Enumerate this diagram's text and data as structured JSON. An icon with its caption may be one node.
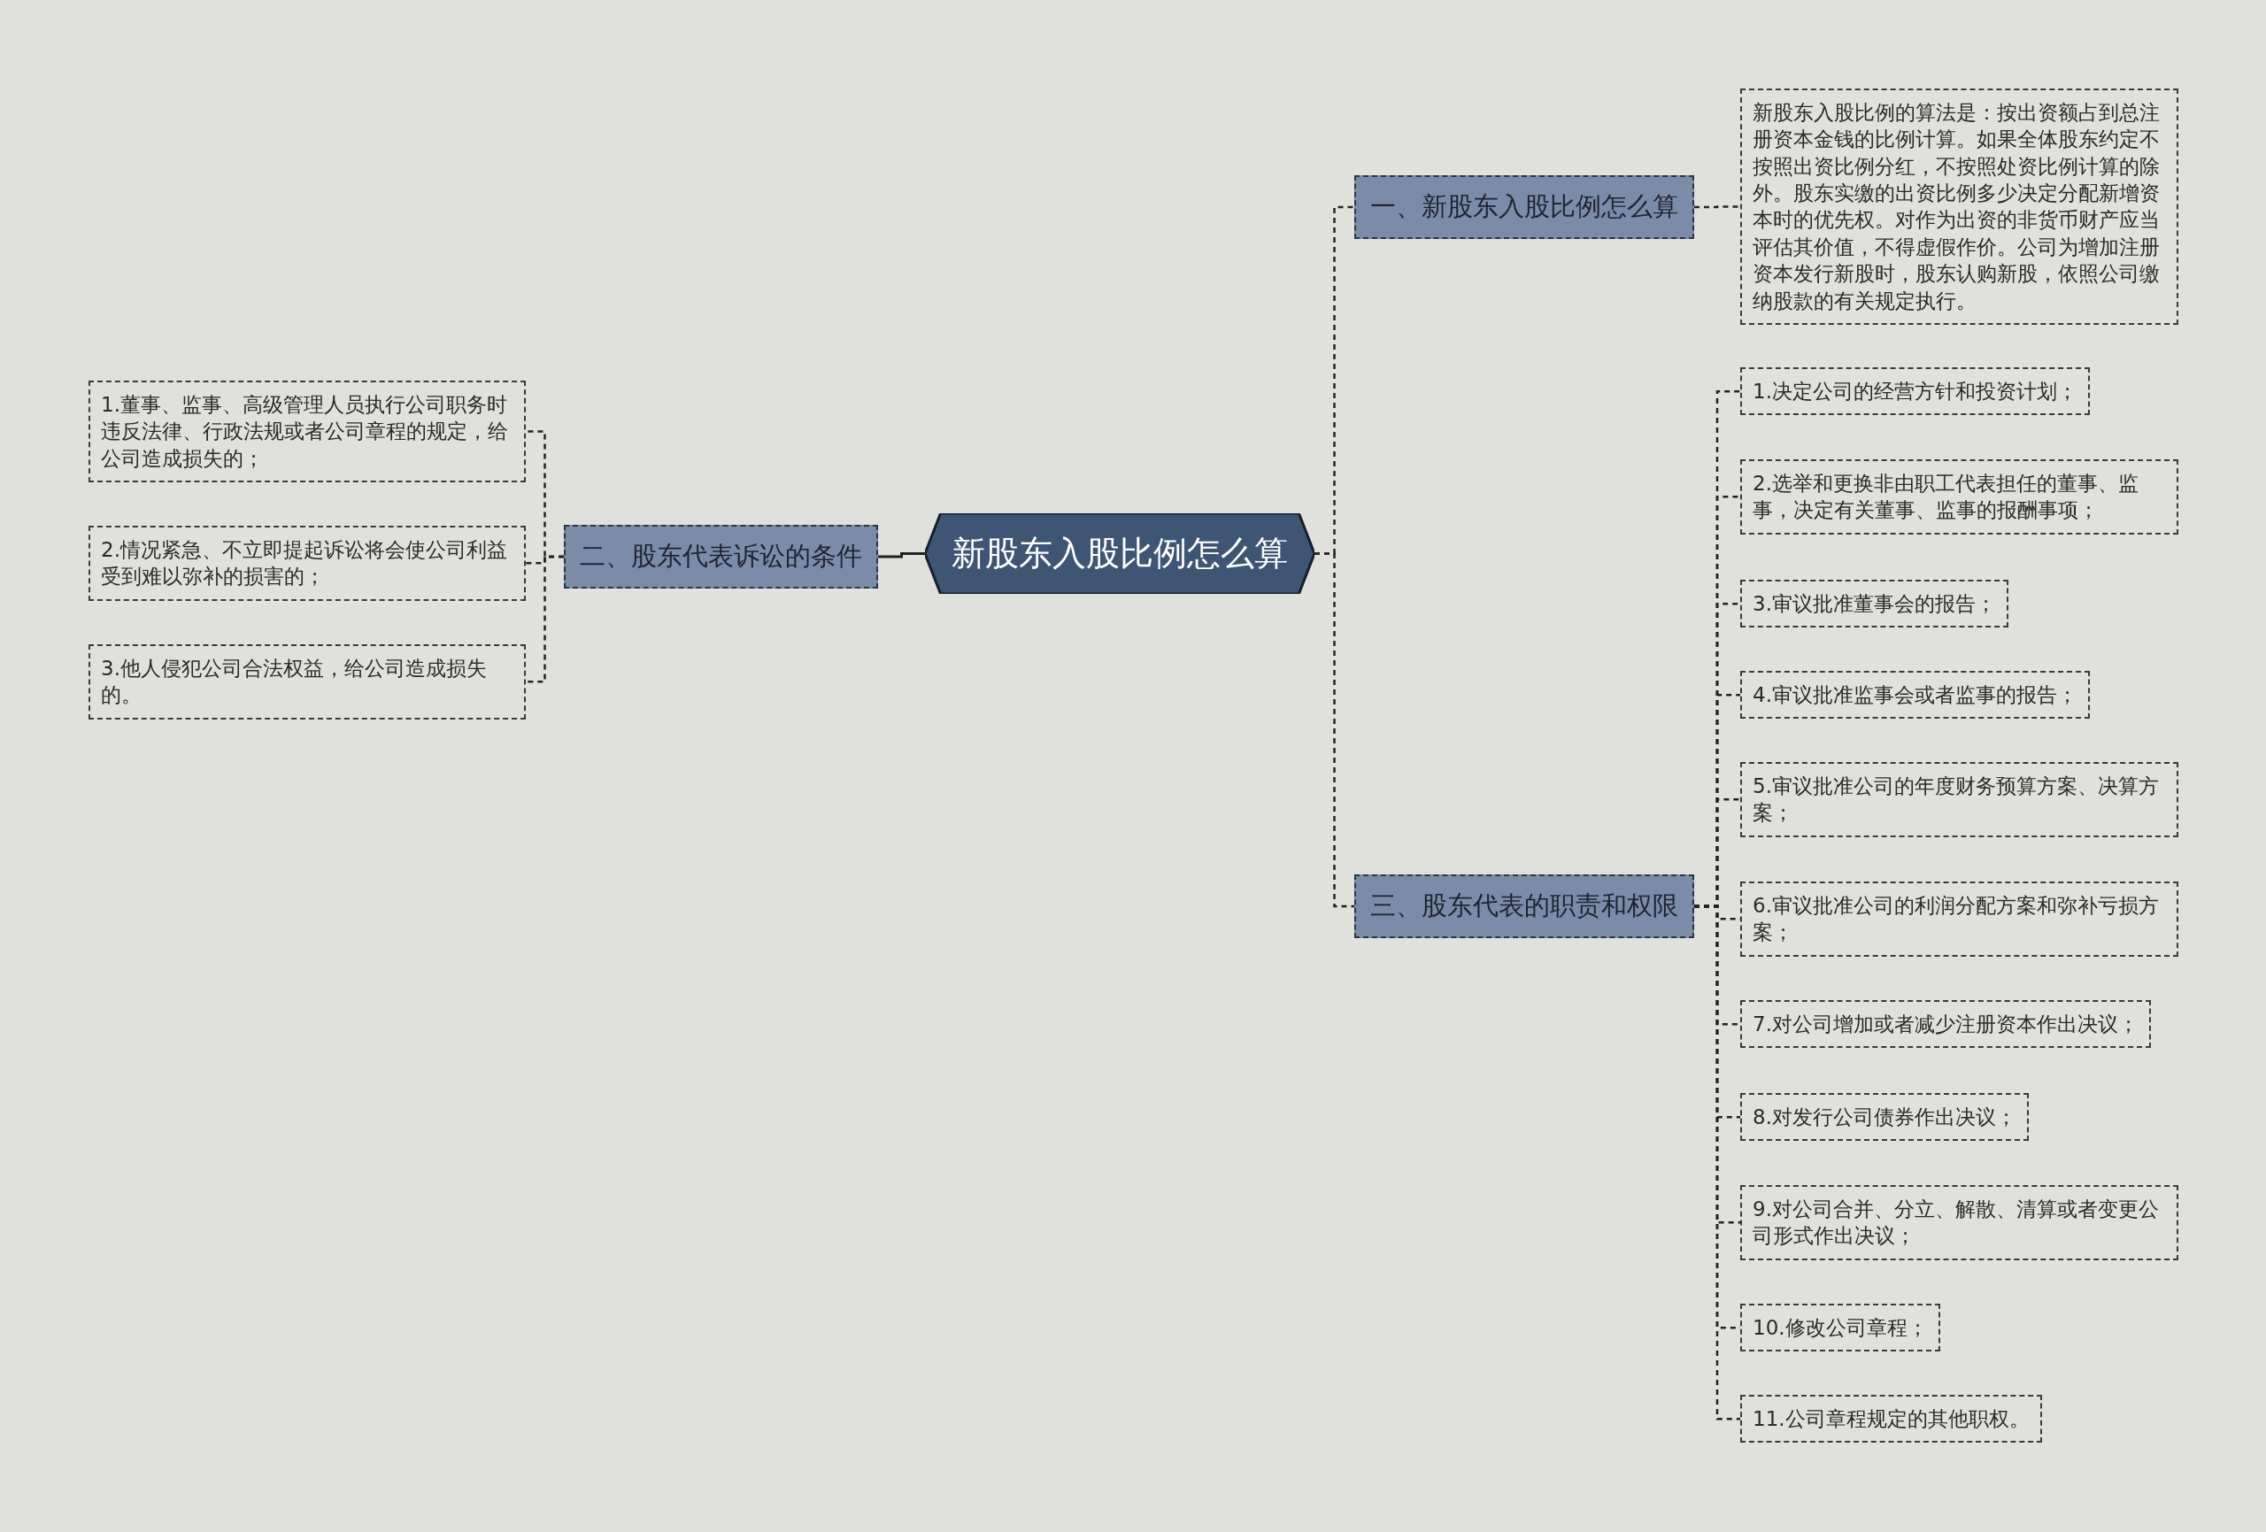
{
  "diagram": {
    "nodes": [
      {
        "text": [
          "新股东入股比例怎么算"
        ]
      },
      {
        "text": [
          "一、新股东入股比例怎么算"
        ]
      },
      {
        "text": [
          "新股东入股比例的算法是：按出资额占到总注册资本金钱的比例计算。如果全体股东约定不按照出资比例分红，不按照处资比例计算的除外。股东实缴的出资比例多少决定分配新增资本时的优先权。对作为出资的非货币财产应当评估其价值，不得虚假作价。公司为增加注册资本发行新股时，股东认购新股，依照公司缴纳股款的有关规定执行。"
        ]
      },
      {
        "text": [
          "三、股东代表的职责和权限"
        ]
      },
      {
        "text": [
          "1.决定公司的经营方针和投资计划；"
        ]
      },
      {
        "text": [
          "2.选举和更换非由职工代表担任的董事、监事，决定有关董事、监事的报酬事项；"
        ]
      },
      {
        "text": [
          "3.审议批准董事会的报告；"
        ]
      },
      {
        "text": [
          "4.审议批准监事会或者监事的报告；"
        ]
      },
      {
        "text": [
          "5.审议批准公司的年度财务预算方案、决算方案；"
        ]
      },
      {
        "text": [
          "6.审议批准公司的利润分配方案和弥补亏损方案；"
        ]
      },
      {
        "text": [
          "7.对公司增加或者减少注册资本作出决议；"
        ]
      },
      {
        "text": [
          "8.对发行公司债券作出决议；"
        ]
      },
      {
        "text": [
          "9.对公司合并、分立、解散、清算或者变更公司形式作出决议；"
        ]
      },
      {
        "text": [
          "10.修改公司章程；"
        ]
      },
      {
        "text": [
          "11.公司章程规定的其他职权。"
        ]
      },
      {
        "text": [
          "二、股东代表诉讼的条件"
        ]
      },
      {
        "text": [
          "1.董事、监事、高级管理人员执行公司职务时违反法律、行政法规或者公司章程的规定，给公司造成损失的；"
        ]
      },
      {
        "text": [
          "2.情况紧急、不立即提起诉讼将会使公司利益受到难以弥补的损害的；"
        ]
      },
      {
        "text": [
          "3.他人侵犯公司合法权益，给公司造成损失的。"
        ]
      }
    ],
    "edges": [
      {
        "from": 0,
        "to": 1,
        "arrow": "none",
        "style": "dashed"
      },
      {
        "from": 1,
        "to": 2,
        "arrow": "none",
        "style": "dashed"
      },
      {
        "from": 0,
        "to": 3,
        "arrow": "none",
        "style": "dashed"
      },
      {
        "from": 3,
        "to": 4,
        "arrow": "none",
        "style": "dashed"
      },
      {
        "from": 3,
        "to": 5,
        "arrow": "none",
        "style": "dashed"
      },
      {
        "from": 3,
        "to": 6,
        "arrow": "none",
        "style": "dashed"
      },
      {
        "from": 3,
        "to": 7,
        "arrow": "none",
        "style": "dashed"
      },
      {
        "from": 3,
        "to": 8,
        "arrow": "none",
        "style": "dashed"
      },
      {
        "from": 3,
        "to": 9,
        "arrow": "none",
        "style": "dashed"
      },
      {
        "from": 3,
        "to": 10,
        "arrow": "none",
        "style": "dashed"
      },
      {
        "from": 3,
        "to": 11,
        "arrow": "none",
        "style": "dashed"
      },
      {
        "from": 3,
        "to": 12,
        "arrow": "none",
        "style": "dashed"
      },
      {
        "from": 3,
        "to": 13,
        "arrow": "none",
        "style": "dashed"
      },
      {
        "from": 3,
        "to": 14,
        "arrow": "none",
        "style": "dashed"
      },
      {
        "from": 0,
        "to": 15,
        "arrow": "none"
      },
      {
        "from": 15,
        "to": 16,
        "arrow": "none",
        "style": "dashed"
      },
      {
        "from": 15,
        "to": 17,
        "arrow": "none",
        "style": "dashed"
      },
      {
        "from": 15,
        "to": 18,
        "arrow": "none",
        "style": "dashed"
      }
    ]
  }
}
